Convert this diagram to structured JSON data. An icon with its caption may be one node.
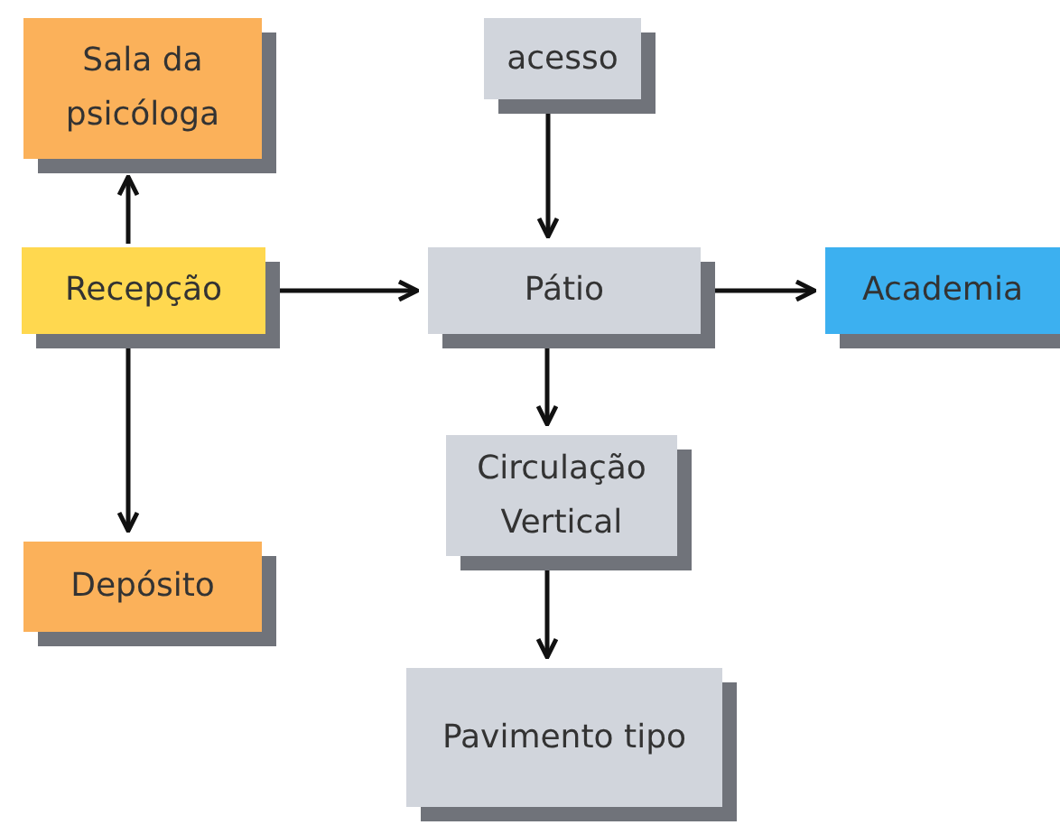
{
  "diagram": {
    "nodes": [
      {
        "text": [
          "Sala da psicóloga"
        ]
      },
      {
        "text": [
          "acesso"
        ]
      },
      {
        "text": [
          "Recepção"
        ]
      },
      {
        "text": [
          "Pátio"
        ]
      },
      {
        "text": [
          "Academia"
        ]
      },
      {
        "text": [
          "Circulação Vertical"
        ]
      },
      {
        "text": [
          "Depósito"
        ]
      },
      {
        "text": [
          "Pavimento tipo"
        ]
      }
    ],
    "edges": [
      {
        "from": 2,
        "to": 0,
        "arrow": "to"
      },
      {
        "from": 2,
        "to": 6,
        "arrow": "to"
      },
      {
        "from": 2,
        "to": 3,
        "arrow": "to"
      },
      {
        "from": 1,
        "to": 3,
        "arrow": "to"
      },
      {
        "from": 3,
        "to": 4,
        "arrow": "to"
      },
      {
        "from": 3,
        "to": 5,
        "arrow": "to"
      },
      {
        "from": 5,
        "to": 7,
        "arrow": "to"
      }
    ]
  }
}
